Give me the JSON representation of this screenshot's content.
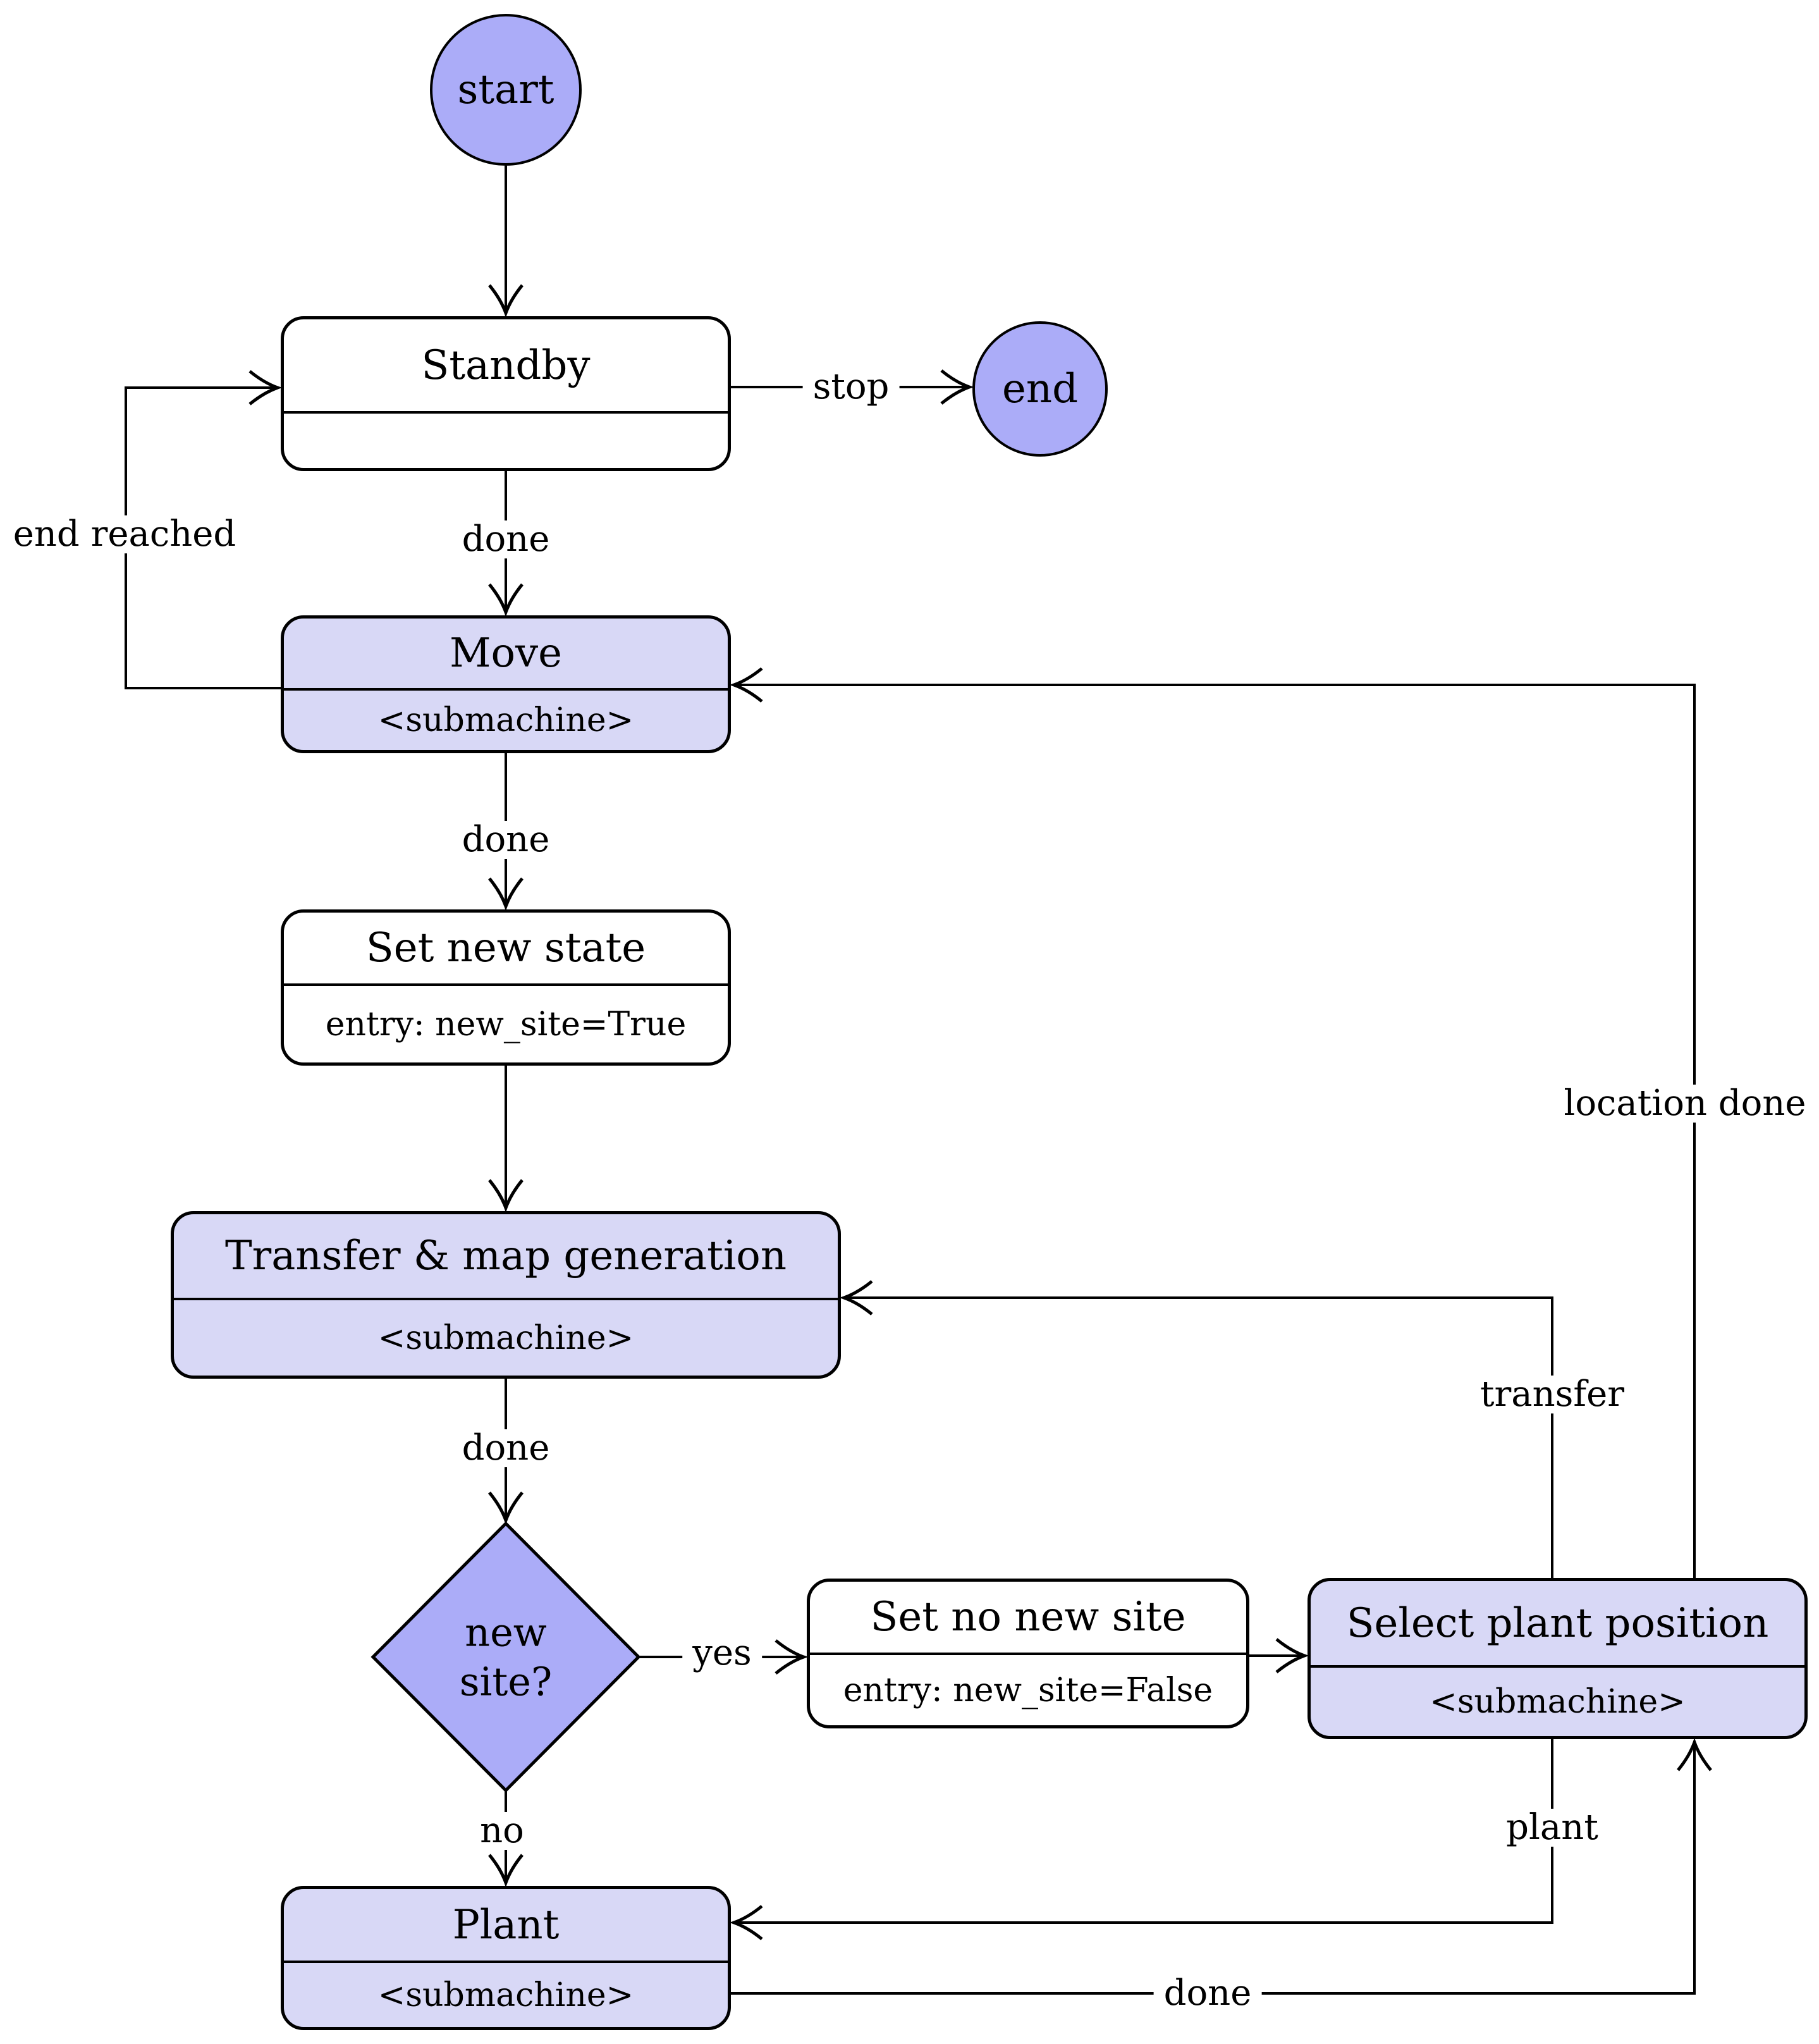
{
  "diagram": {
    "type": "state-machine-flowchart",
    "colors": {
      "background": "#ffffff",
      "submachine_fill": "#d8d8f6",
      "terminal_fill": "#abacf8",
      "plain_fill": "#ffffff",
      "stroke": "#000000"
    },
    "nodes": {
      "start": {
        "shape": "circle",
        "label": "start"
      },
      "end": {
        "shape": "circle",
        "label": "end"
      },
      "standby": {
        "shape": "state",
        "title": "Standby",
        "subtitle": ""
      },
      "move": {
        "shape": "state",
        "title": "Move",
        "subtitle": "<submachine>"
      },
      "set_new_state": {
        "shape": "state",
        "title": "Set new state",
        "subtitle": "entry: new_site=True"
      },
      "transfer_map_generation": {
        "shape": "state",
        "title": "Transfer & map generation",
        "subtitle": "<submachine>"
      },
      "new_site_decision": {
        "shape": "diamond",
        "label_line1": "new",
        "label_line2": "site?"
      },
      "set_no_new_site": {
        "shape": "state",
        "title": "Set no new site",
        "subtitle": "entry: new_site=False"
      },
      "select_plant_position": {
        "shape": "state",
        "title": "Select plant position",
        "subtitle": "<submachine>"
      },
      "plant": {
        "shape": "state",
        "title": "Plant",
        "subtitle": "<submachine>"
      }
    },
    "edge_labels": {
      "stop": "stop",
      "done_standby_move": "done",
      "end_reached": "end reached",
      "done_move_set": "done",
      "done_transfer_decision": "done",
      "yes": "yes",
      "no": "no",
      "transfer": "transfer",
      "location_done": "location done",
      "plant": "plant",
      "done_plant_select": "done"
    },
    "edges": [
      {
        "from": "start",
        "to": "standby",
        "label": ""
      },
      {
        "from": "standby",
        "to": "end",
        "label": "stop"
      },
      {
        "from": "standby",
        "to": "move",
        "label": "done"
      },
      {
        "from": "move",
        "to": "standby",
        "label": "end reached"
      },
      {
        "from": "move",
        "to": "set_new_state",
        "label": "done"
      },
      {
        "from": "set_new_state",
        "to": "transfer_map_generation",
        "label": ""
      },
      {
        "from": "transfer_map_generation",
        "to": "new_site_decision",
        "label": "done"
      },
      {
        "from": "new_site_decision",
        "to": "set_no_new_site",
        "label": "yes"
      },
      {
        "from": "set_no_new_site",
        "to": "select_plant_position",
        "label": ""
      },
      {
        "from": "new_site_decision",
        "to": "plant",
        "label": "no"
      },
      {
        "from": "select_plant_position",
        "to": "transfer_map_generation",
        "label": "transfer"
      },
      {
        "from": "select_plant_position",
        "to": "move",
        "label": "location done"
      },
      {
        "from": "select_plant_position",
        "to": "plant",
        "label": "plant"
      },
      {
        "from": "plant",
        "to": "select_plant_position",
        "label": "done"
      }
    ]
  }
}
